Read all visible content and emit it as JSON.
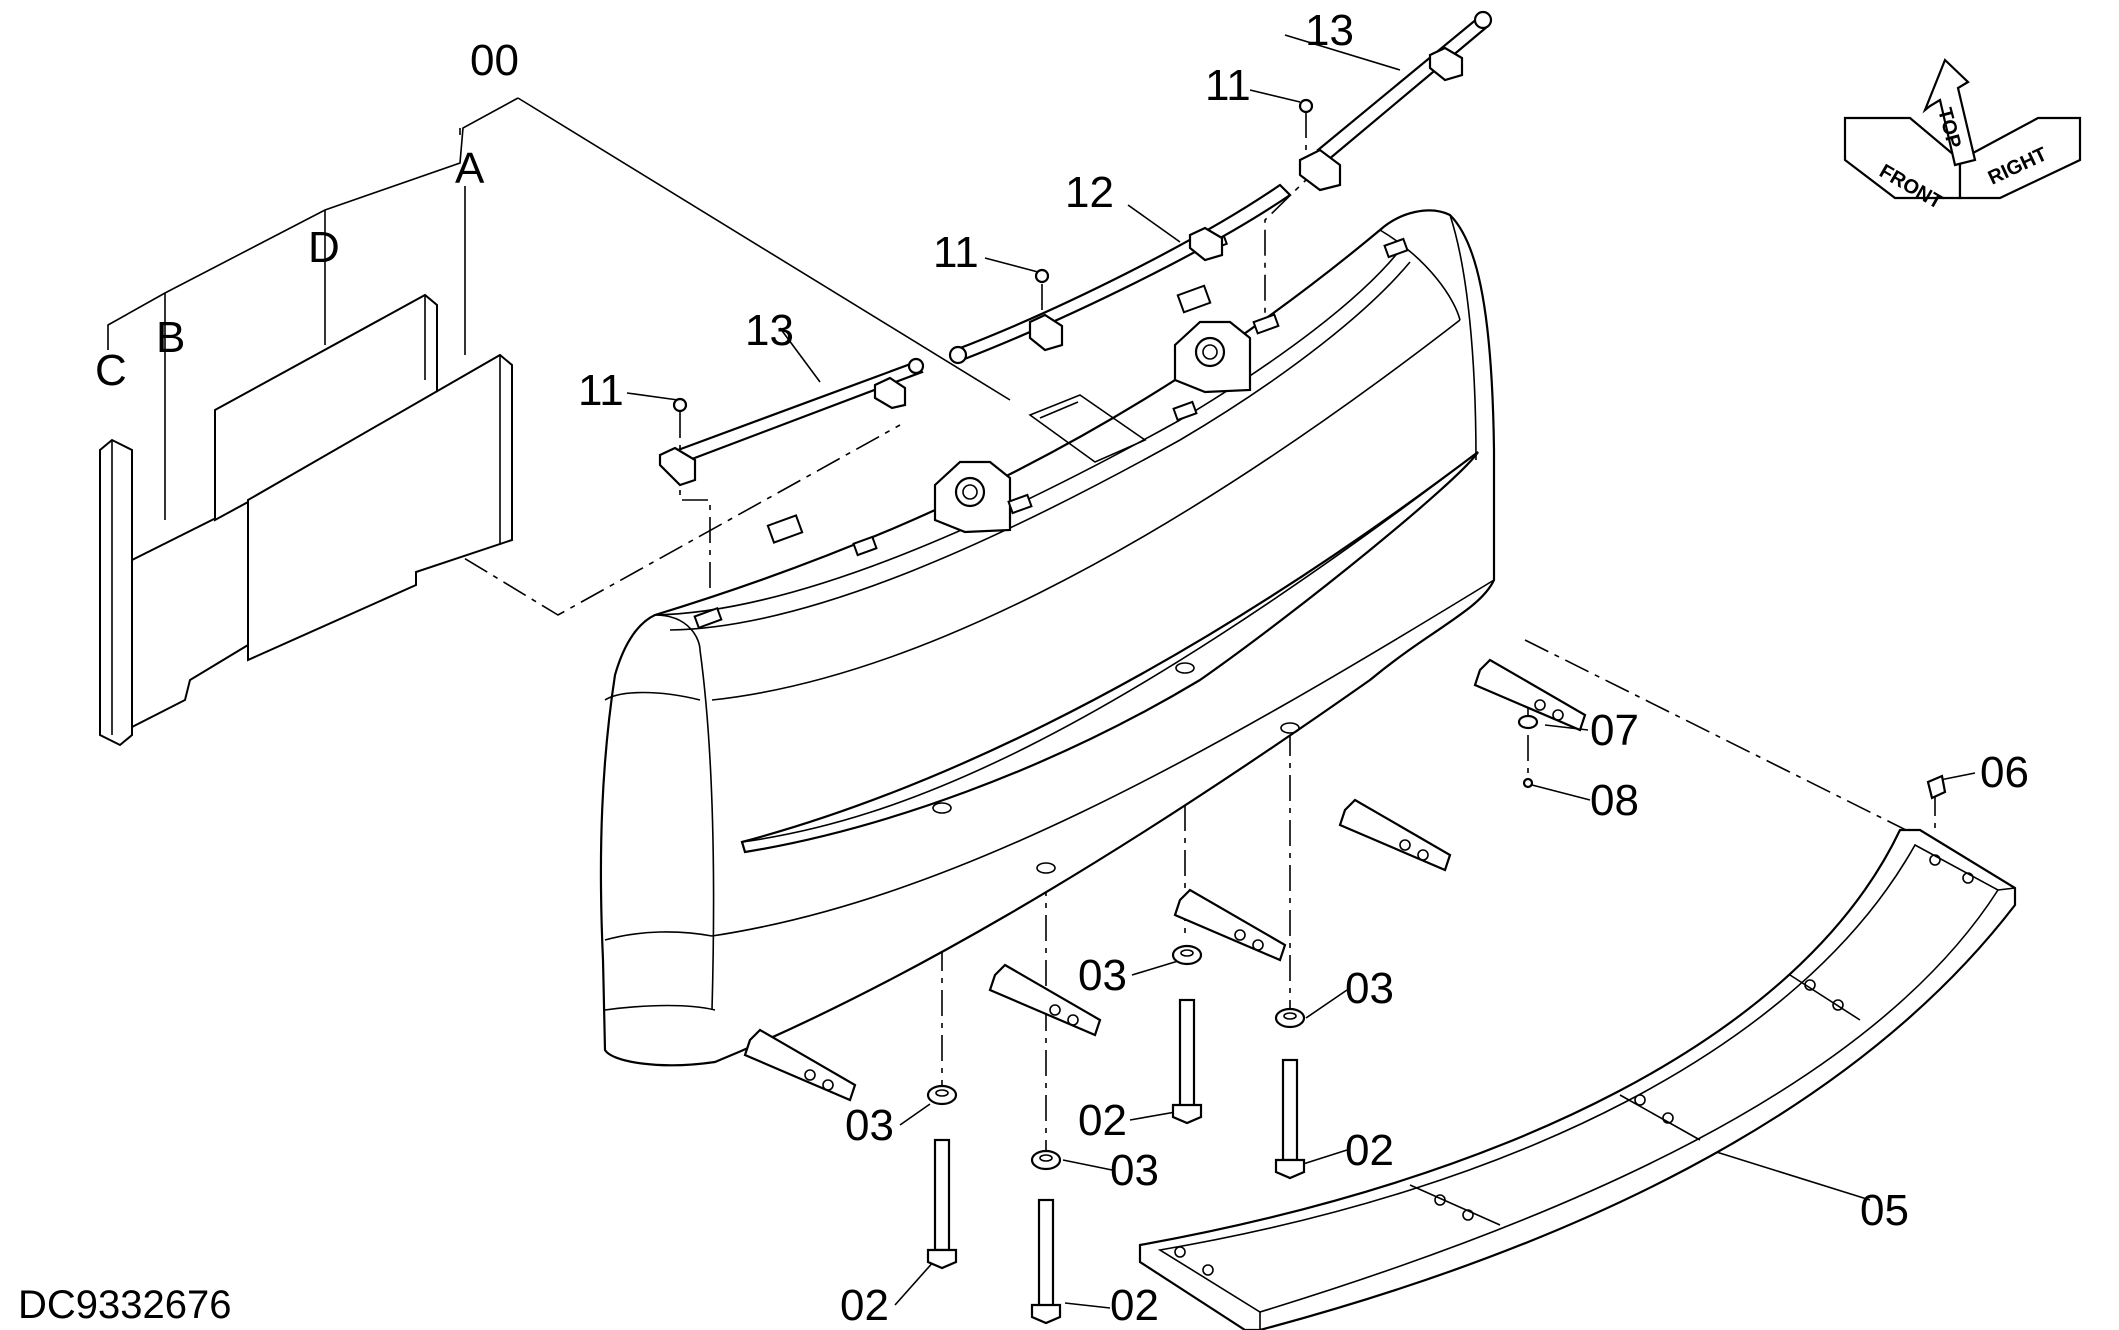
{
  "document_id": "DC9332676",
  "orientation_indicator": {
    "front": "FRONT",
    "top": "TOP",
    "right": "RIGHT"
  },
  "callouts": {
    "assembly": "00",
    "plate_a": "A",
    "plate_b": "B",
    "plate_c": "C",
    "plate_d": "D",
    "bolt_front_left": "02",
    "bolt_front_mid": "02",
    "bolt_rear_mid": "02",
    "bolt_rear_right": "02",
    "washer_front_left": "03",
    "washer_front_mid": "03",
    "washer_rear_mid": "03",
    "washer_rear_right": "03",
    "lower_cover": "05",
    "cover_bolt": "06",
    "washer_07": "07",
    "nut_08": "08",
    "screw_left": "11",
    "screw_center": "11",
    "screw_right": "11",
    "handrail_center": "12",
    "handrail_left": "13",
    "handrail_right": "13"
  }
}
